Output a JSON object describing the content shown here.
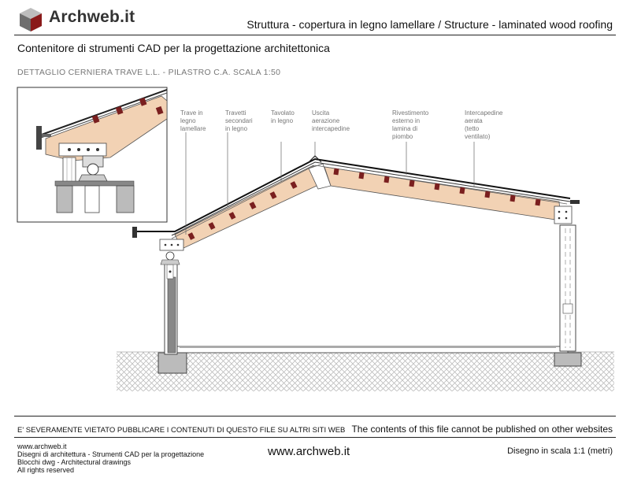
{
  "header": {
    "brand": "Archweb.it",
    "title": "Struttura - copertura in legno lamellare /  Structure - laminated wood roofing"
  },
  "subtitle": "Contenitore di strumenti CAD per la progettazione architettonica",
  "detail_title": "DETTAGLIO  CERNIERA TRAVE L.L. - PILASTRO C.A.    SCALA 1:50",
  "annotations": [
    {
      "lines": [
        "Trave in",
        "legno",
        "lamellare"
      ]
    },
    {
      "lines": [
        "Travetti",
        "secondari",
        "in legno"
      ]
    },
    {
      "lines": [
        "Tavolato",
        "in legno"
      ]
    },
    {
      "lines": [
        "Uscita",
        "aerazione",
        "intercapedine"
      ]
    },
    {
      "lines": [
        "Rivestimento",
        "esterno in",
        "lamina di",
        "piombo"
      ]
    },
    {
      "lines": [
        "Intercapedine",
        "aerata",
        "(tetto",
        "ventilato)"
      ]
    }
  ],
  "warning_it": "E' SEVERAMENTE VIETATO PUBBLICARE I CONTENUTI DI QUESTO FILE SU ALTRI SITI WEB",
  "warning_en": "The contents of this file cannot be published on other websites",
  "footer": {
    "lines": [
      "www.archweb.it",
      "Disegni di architettura - Strumenti CAD  per la progettazione",
      "Blocchi dwg - Architectural drawings",
      "All rights reserved"
    ],
    "website": "www.archweb.it",
    "scale_note": "Disegno in scala 1:1 (metri)"
  },
  "colors": {
    "wood": "#f2d2b4",
    "secondary_beam": "#7a1f1f",
    "brand_red": "#8a1a1a",
    "ground_hatch": "#bdbdbd"
  },
  "icons": {
    "logo": "cube-logo-icon"
  }
}
